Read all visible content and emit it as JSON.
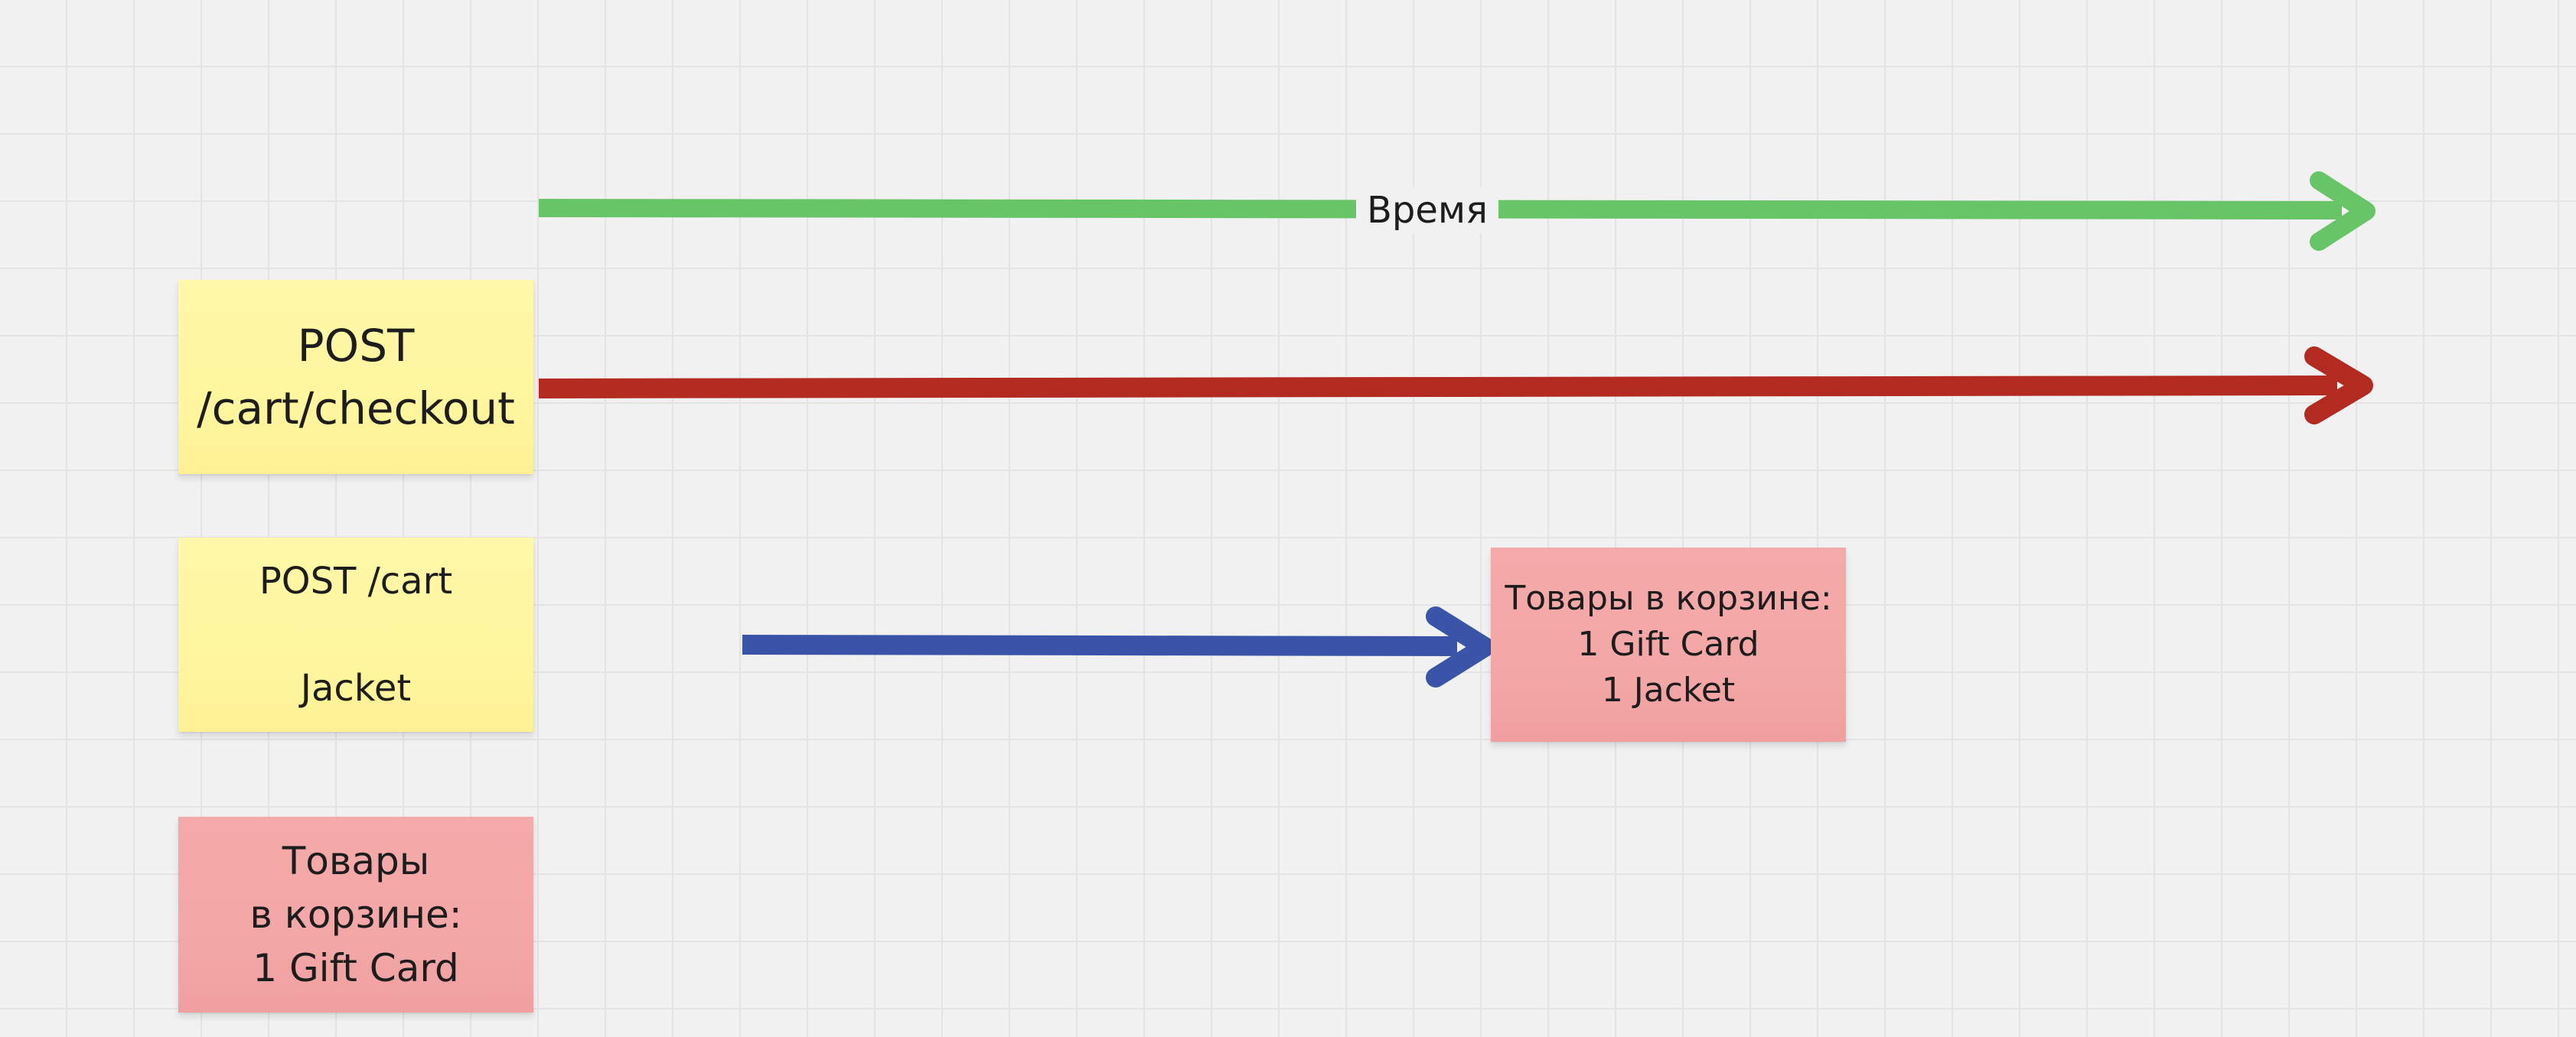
{
  "diagram": {
    "colors": {
      "timeline_arrow": "#67c467",
      "checkout_arrow": "#b22a20",
      "cart_arrow": "#3a55a8",
      "sticky_yellow": "#fff59d",
      "sticky_pink": "#f3a6a6",
      "canvas": "#f1f1f1"
    },
    "timeline_label": "Время",
    "notes": {
      "checkout": {
        "lines": [
          "POST",
          "/cart/checkout"
        ]
      },
      "cart": {
        "line1": "POST /cart",
        "line2": "Jacket"
      },
      "result": {
        "lines": [
          "Товары в корзине:",
          "1 Gift Card",
          "1 Jacket"
        ]
      },
      "initial": {
        "lines": [
          "Товары",
          "в корзине:",
          "1 Gift Card"
        ]
      }
    }
  }
}
